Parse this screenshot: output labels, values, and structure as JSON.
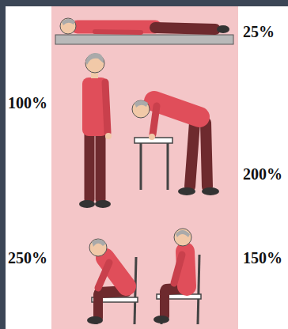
{
  "diagram": {
    "labels": [
      "25%",
      "100%",
      "200%",
      "250%",
      "150%"
    ]
  }
}
